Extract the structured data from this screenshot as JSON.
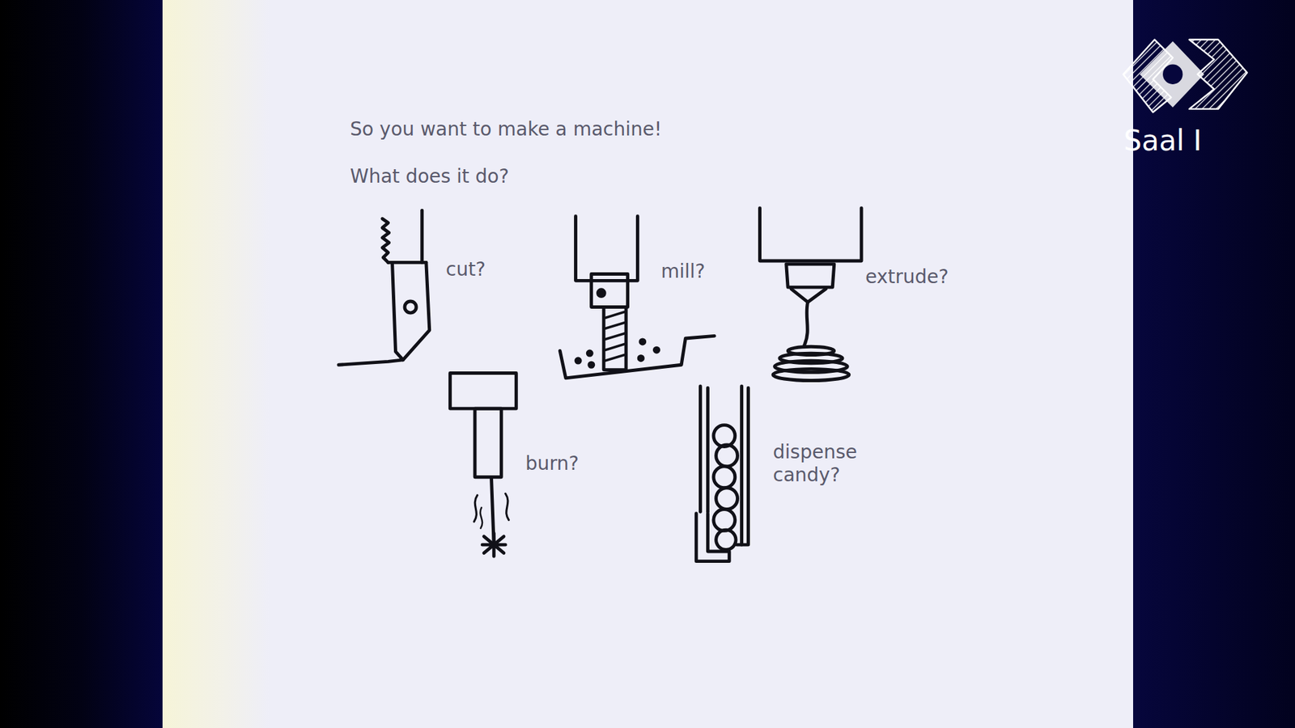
{
  "diagram": {
    "title": "So you want to make a machine!",
    "labels": [
      "What does it do?",
      "cut?",
      "mill?",
      "extrude?",
      "burn?",
      "dispense candy?",
      "Saal I"
    ]
  }
}
